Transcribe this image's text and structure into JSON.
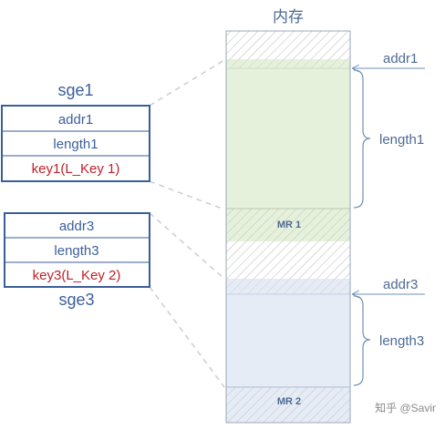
{
  "memory": {
    "title": "内存",
    "mr1_label": "MR 1",
    "mr2_label": "MR 2"
  },
  "sge1": {
    "title": "sge1",
    "fields": [
      "addr1",
      "length1",
      "key1(L_Key 1)"
    ]
  },
  "sge3": {
    "title": "sge3",
    "fields": [
      "addr3",
      "length3",
      "key3(L_Key 2)"
    ]
  },
  "annotations": {
    "addr1": "addr1",
    "length1": "length1",
    "addr3": "addr3",
    "length3": "length3"
  },
  "watermark": "知乎 @Savir",
  "colors": {
    "memory_border": "#9aa7b8",
    "hatch": "#b8b8b8",
    "mr1_fill": "#e6f1db",
    "mr2_fill": "#e6ecf6",
    "sge_border": "#3a5e98",
    "sge_text": "#3b5f9c",
    "key_text": "#c0202a",
    "annotation_text": "#4e6b95",
    "arrow": "#6f8fb8",
    "dashed": "#c9ced6",
    "watermark_text": "#8a8a8a"
  }
}
